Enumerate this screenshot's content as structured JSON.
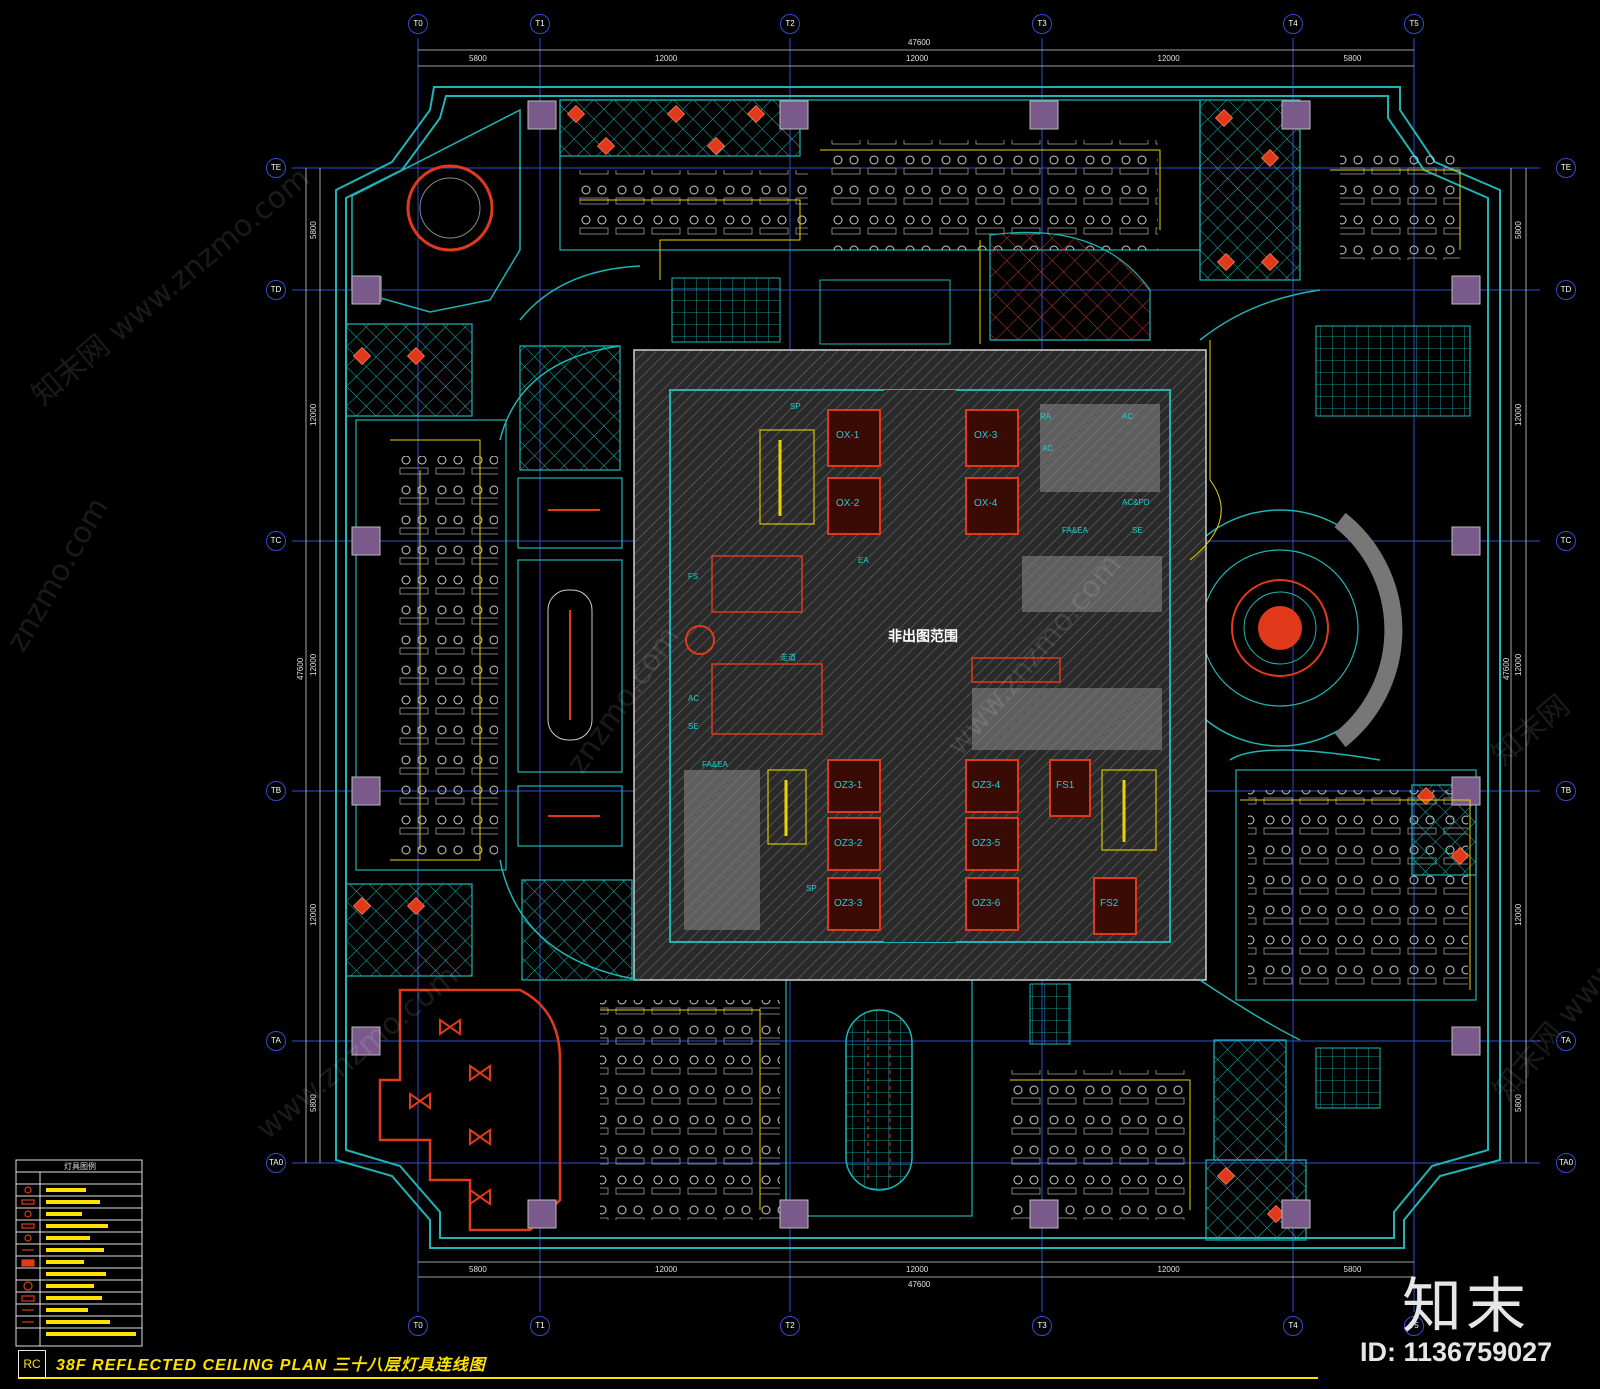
{
  "title": {
    "code": "RC",
    "text": "38F REFLECTED CEILING PLAN 三十八层灯具连线图"
  },
  "grid": {
    "columns": [
      "T0",
      "T1",
      "T2",
      "T3",
      "T4",
      "T5"
    ],
    "rows": [
      "TE",
      "TD",
      "TC",
      "TB",
      "TA",
      "TA0"
    ]
  },
  "dimensions": {
    "top_total": "47600",
    "top_segments": [
      "5800",
      "12000",
      "12000",
      "12000",
      "5800"
    ],
    "bottom_total": "47600",
    "bottom_segments": [
      "5800",
      "12000",
      "12000",
      "12000",
      "5800"
    ],
    "left_total": "47600",
    "left_segments": [
      "5800",
      "12000",
      "12000",
      "12000",
      "5800"
    ],
    "right_total": "47600",
    "right_segments": [
      "5800",
      "12000",
      "12000",
      "12000",
      "5800"
    ]
  },
  "core": {
    "out_of_scope": "非出图范围",
    "rooms": [
      "OX-1",
      "OX-2",
      "OX-3",
      "OX-4",
      "OZ3-1",
      "OZ3-2",
      "OZ3-3",
      "OZ3-4",
      "OZ3-5",
      "OZ3-6",
      "FS1",
      "FS2"
    ],
    "small_labels": [
      "SP",
      "SP",
      "EA",
      "FS",
      "AC",
      "SE",
      "FA&EA",
      "FA&EA",
      "SE",
      "AC&PD",
      "AC",
      "RA",
      "AC",
      "走道"
    ]
  },
  "legend": {
    "header": "灯具图例"
  },
  "brand": "知末",
  "image_id": "ID: 1136759027",
  "watermarks": [
    "知末网 www.znzmo.com",
    "znzmo.com",
    "www.znzmo.com",
    "知末网"
  ],
  "colors": {
    "background": "#000000",
    "wall": "#1fb5b5",
    "grid_line": "#2f4ecf",
    "grid_label": "#ffffff",
    "fixture_red": "#e03a1a",
    "circuit_yellow": "#e8d400",
    "title_yellow": "#ffe100",
    "core_hatch": "#555555"
  }
}
